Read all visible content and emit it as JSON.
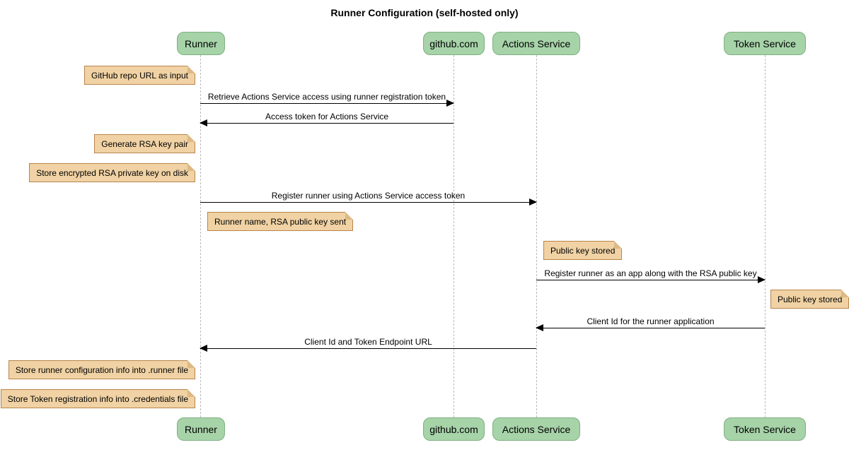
{
  "title": "Runner Configuration (self-hosted only)",
  "participants": [
    {
      "name": "Runner"
    },
    {
      "name": "github.com"
    },
    {
      "name": "Actions Service"
    },
    {
      "name": "Token Service"
    }
  ],
  "notes": [
    {
      "text": "GitHub repo URL as input",
      "over": "Runner"
    },
    {
      "text": "Generate RSA key pair",
      "over": "Runner"
    },
    {
      "text": "Store encrypted RSA private key on disk",
      "over": "Runner"
    },
    {
      "text": "Runner name, RSA public key sent",
      "over": "Runner"
    },
    {
      "text": "Public key stored",
      "over": "Actions Service"
    },
    {
      "text": "Public key stored",
      "over": "Token Service"
    },
    {
      "text": "Store runner configuration info into .runner file",
      "over": "Runner"
    },
    {
      "text": "Store Token registration info into .credentials file",
      "over": "Runner"
    }
  ],
  "messages": [
    {
      "label": "Retrieve Actions Service access using runner registration token",
      "from": "Runner",
      "to": "github.com"
    },
    {
      "label": "Access token for Actions Service",
      "from": "github.com",
      "to": "Runner"
    },
    {
      "label": "Register runner using Actions Service access token",
      "from": "Runner",
      "to": "Actions Service"
    },
    {
      "label": "Register runner as an app along with the RSA public key",
      "from": "Actions Service",
      "to": "Token Service"
    },
    {
      "label": "Client Id for the runner application",
      "from": "Token Service",
      "to": "Actions Service"
    },
    {
      "label": "Client Id and Token Endpoint URL",
      "from": "Actions Service",
      "to": "Runner"
    }
  ],
  "colors": {
    "participant_fill": "#A6D3A8",
    "participant_border": "#7FAF82",
    "note_fill": "#F0D2A4",
    "note_border": "#B9854C",
    "note_fold": "#DDB985",
    "lifeline": "#BBBBBB",
    "arrow": "#000000"
  }
}
